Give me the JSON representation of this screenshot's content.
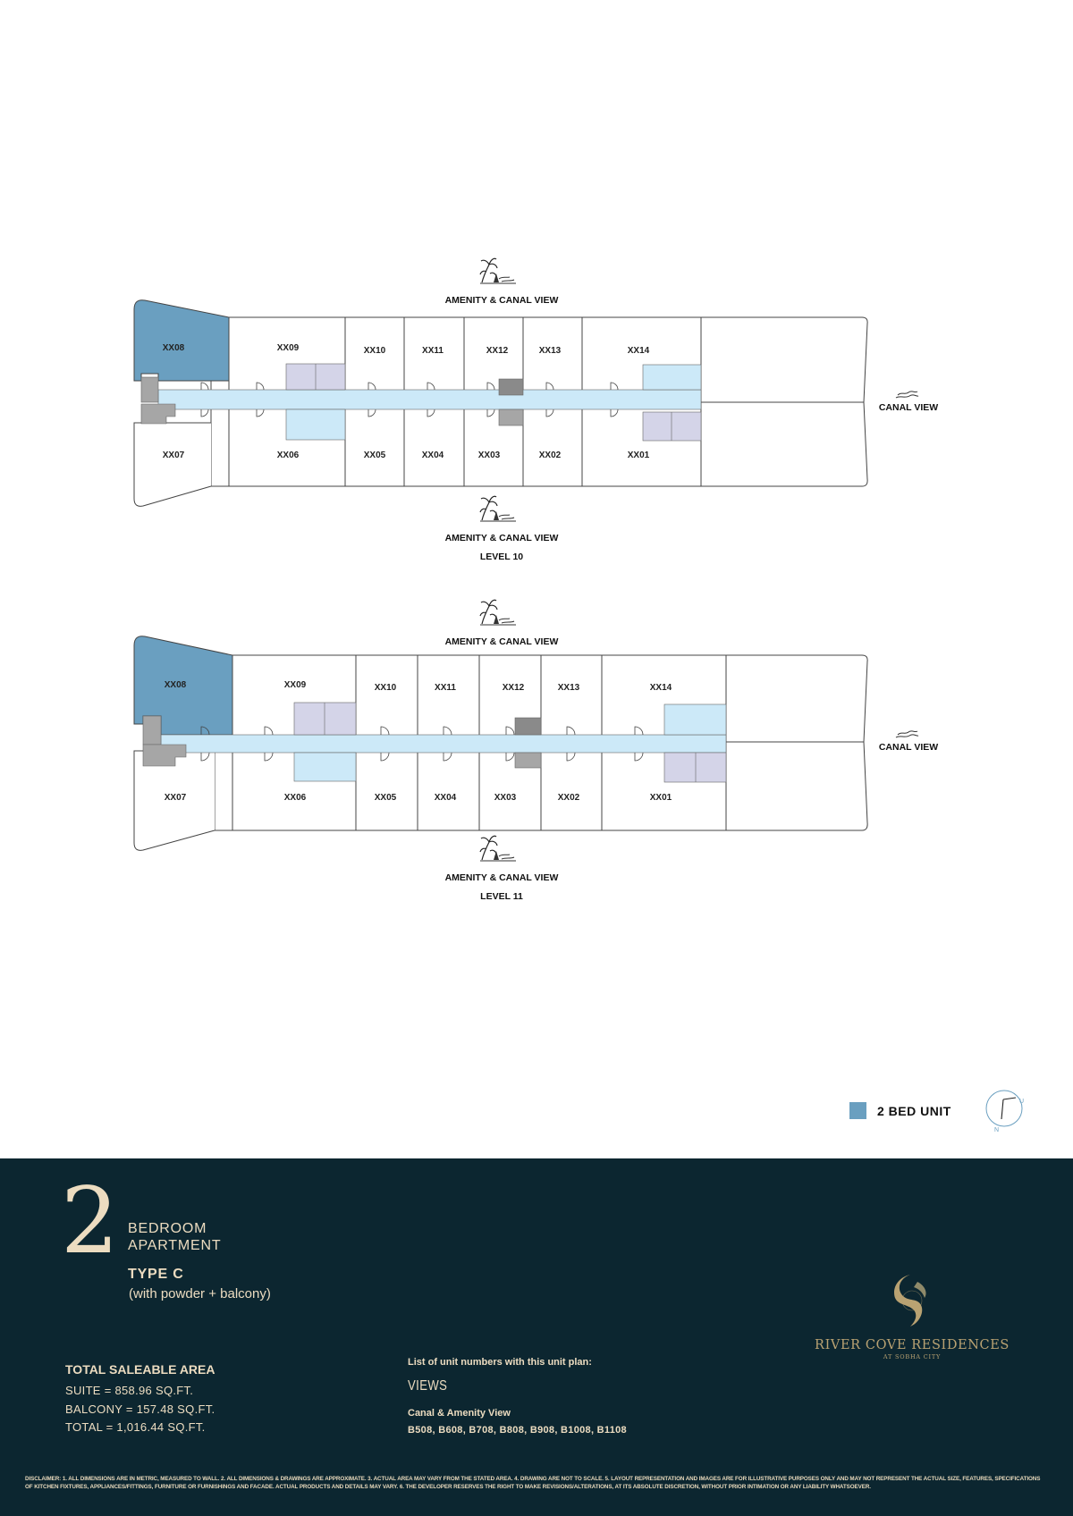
{
  "plans": [
    {
      "level_label": "LEVEL 10",
      "top_view": "AMENITY & CANAL VIEW",
      "bottom_view": "AMENITY & CANAL VIEW",
      "side_view": "CANAL VIEW",
      "units_top": [
        "XX08",
        "XX09",
        "XX10",
        "XX11",
        "XX12",
        "XX13",
        "XX14"
      ],
      "units_bottom": [
        "XX07",
        "XX06",
        "XX05",
        "XX04",
        "XX03",
        "XX02",
        "XX01"
      ]
    },
    {
      "level_label": "LEVEL 11",
      "top_view": "AMENITY & CANAL VIEW",
      "bottom_view": "AMENITY & CANAL VIEW",
      "side_view": "CANAL VIEW",
      "units_top": [
        "XX08",
        "XX09",
        "XX10",
        "XX11",
        "XX12",
        "XX13",
        "XX14"
      ],
      "units_bottom": [
        "XX07",
        "XX06",
        "XX05",
        "XX04",
        "XX03",
        "XX02",
        "XX01"
      ]
    }
  ],
  "legend": {
    "label": "2 BED UNIT",
    "color": "#6a9fc0"
  },
  "compass": {
    "label": "N"
  },
  "colors": {
    "highlight": "#6a9fc0",
    "corridor": "#cce9f8",
    "lilac": "#d4d4e8",
    "grey": "#a6a6a6",
    "dark_grey": "#8a8a8a",
    "footer_bg": "#0c2630",
    "cream": "#ecdcc0",
    "gold": "#b9a272"
  },
  "footer": {
    "number": "2",
    "bedroom": "BEDROOM",
    "apartment": "APARTMENT",
    "type": "TYPE C",
    "subtitle": "(with powder + balcony)",
    "area": {
      "title": "TOTAL SALEABLE AREA",
      "suite": "SUITE = 858.96 SQ.FT.",
      "balcony": "BALCONY = 157.48 SQ.FT.",
      "total": "TOTAL = 1,016.44 SQ.FT."
    },
    "list_title": "List of unit numbers with this unit plan:",
    "views_title": "VIEWS",
    "view_name": "Canal & Amenity View",
    "view_units": "B508, B608, B708, B808, B908, B1008, B1108",
    "brand": {
      "name": "RIVER COVE RESIDENCES",
      "sub": "AT SOBHA CITY"
    },
    "disclaimer": "DISCLAIMER: 1. ALL DIMENSIONS ARE IN METRIC, MEASURED TO WALL. 2. ALL DIMENSIONS & DRAWINGS ARE APPROXIMATE. 3. ACTUAL AREA MAY VARY FROM THE STATED AREA. 4. DRAWING ARE NOT TO SCALE. 5. LAYOUT REPRESENTATION AND IMAGES ARE FOR ILLUSTRATIVE PURPOSES ONLY AND MAY NOT REPRESENT THE ACTUAL SIZE, FEATURES, SPECIFICATIONS OF KITCHEN FIXTURES, APPLIANCES/FITTINGS, FURNITURE OR FURNISHINGS AND FACADE. ACTUAL PRODUCTS AND DETAILS MAY VARY. 6. THE DEVELOPER RESERVES THE RIGHT TO MAKE REVISIONS/ALTERATIONS, AT ITS ABSOLUTE DISCRETION, WITHOUT PRIOR INTIMATION OR ANY LIABILITY WHATSOEVER."
  }
}
